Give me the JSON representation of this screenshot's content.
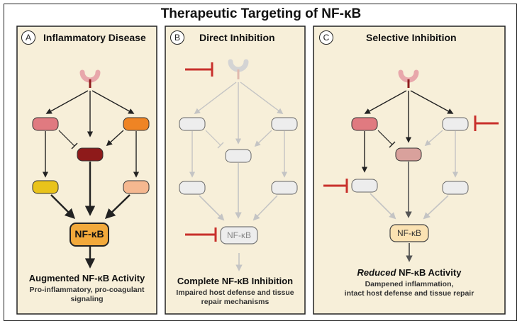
{
  "title": "Therapeutic Targeting of NF-κB",
  "colors": {
    "panel_bg": "#f7efd9",
    "receptor": "#e8a7ab",
    "receptor_stem": "#8e1c1c",
    "inhibitor": "#c8302c",
    "pink_node": "#e07a80",
    "dark_red_node": "#8e1a1a",
    "orange_node": "#ef8424",
    "yellow_node": "#e9c31b",
    "peach_node": "#f5b890",
    "nfkb_bright": "#f2a93b",
    "nfkb_pale": "#fbe2b2",
    "muted_node": "#d9a19c",
    "grey_node": "#ededed",
    "grey_arrow": "#c4c4c4"
  },
  "panels": [
    {
      "letter": "A",
      "title": "Inflammatory Disease",
      "node_label": "NF-κB",
      "caption_head": "Augmented NF-κB Activity",
      "caption_sub_1": "Pro-inflammatory, pro-coagulant",
      "caption_sub_2": "signaling"
    },
    {
      "letter": "B",
      "title": "Direct Inhibition",
      "node_label": "NF-κB",
      "caption_head": "Complete NF-κB Inhibition",
      "caption_sub_1": "Impaired host defense and tissue",
      "caption_sub_2": "repair mechanisms"
    },
    {
      "letter": "C",
      "title": "Selective Inhibition",
      "node_label": "NF-κB",
      "caption_head_em": "Reduced",
      "caption_head_rest": " NF-κB Activity",
      "caption_sub_1": "Dampened inflammation,",
      "caption_sub_2": "intact host defense and tissue repair"
    }
  ]
}
